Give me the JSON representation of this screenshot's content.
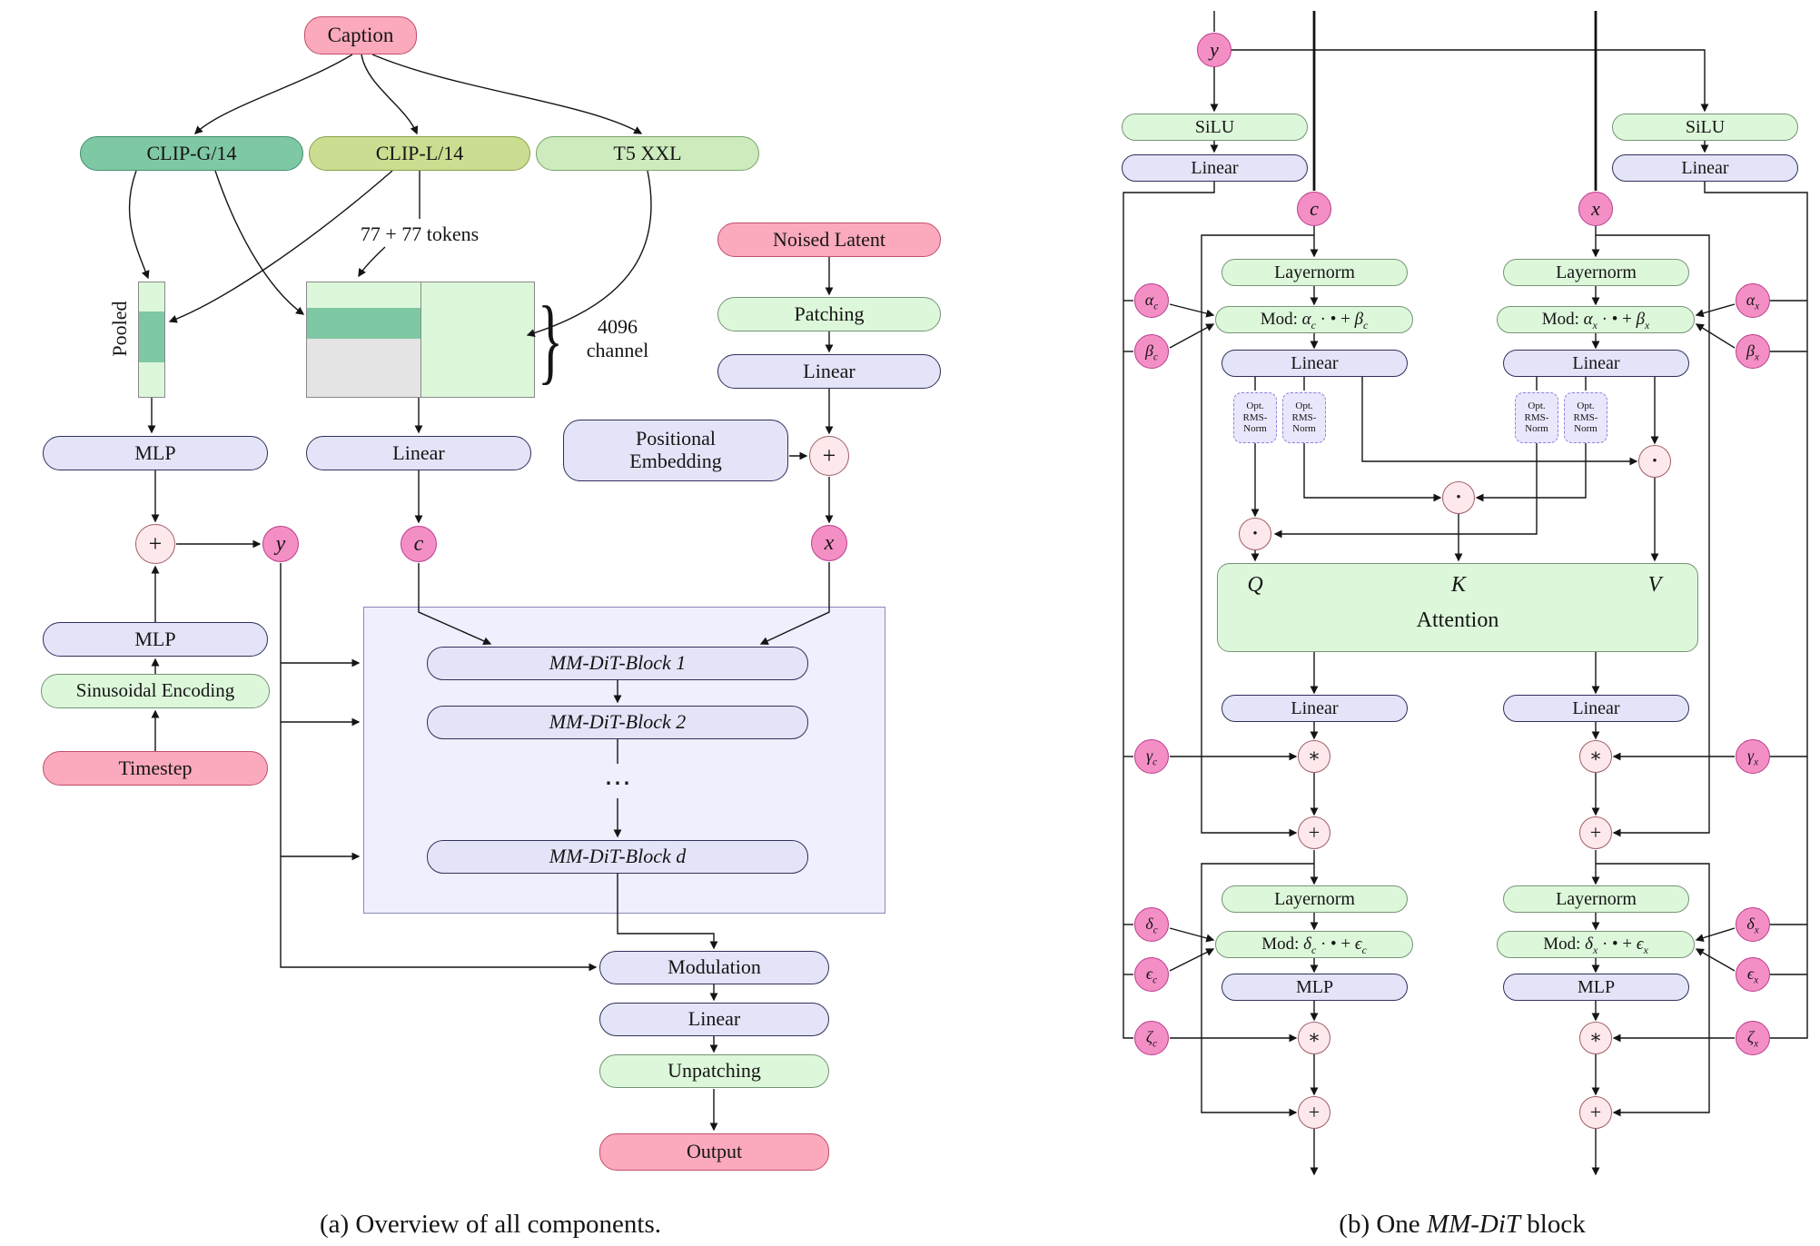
{
  "colors": {
    "pink_box": "#FBA9BC",
    "magenta_circle": "#F48FC6",
    "light_green_box": "#DDF7DA",
    "lavender_box": "#E4E4F9",
    "teal_box": "#7EC8A3",
    "yellow_green_box": "#CBDD90",
    "light_pink_op": "#FDE9EC",
    "container_fill": "#EFEFFD",
    "grey_segment": "#E4E4E4"
  },
  "a": {
    "fig_caption": "(a) Overview of all components.",
    "caption_box": "Caption",
    "clip_g": "CLIP-G/14",
    "clip_l": "CLIP-L/14",
    "t5": "T5 XXL",
    "tokens_note": "77 + 77 tokens",
    "pooled_note": "Pooled",
    "channel_note": "4096 channel",
    "brace": "}",
    "noised_latent": "Noised Latent",
    "patching": "Patching",
    "linear": "Linear",
    "positional_embedding": "Positional Embedding",
    "mlp": "MLP",
    "sinusoidal_encoding": "Sinusoidal Encoding",
    "timestep": "Timestep",
    "modulation": "Modulation",
    "unpatching": "Unpatching",
    "output": "Output",
    "block_1": "MM-DiT-Block 1",
    "block_2": "MM-DiT-Block 2",
    "block_d": "MM-DiT-Block d",
    "dots": "⋯",
    "plus": "+",
    "y": "y",
    "c": "c",
    "x": "x"
  },
  "b": {
    "fig_caption_pre": "(b) One ",
    "fig_caption_it": "MM-DiT",
    "fig_caption_post": " block",
    "silu": "SiLU",
    "linear": "Linear",
    "layernorm": "Layernorm",
    "mlp": "MLP",
    "attention": "Attention",
    "q": "Q",
    "k": "K",
    "v": "V",
    "y": "y",
    "c": "c",
    "x": "x",
    "plus": "+",
    "star": "∗",
    "dot": "•",
    "rms": {
      "l1": "Opt.",
      "l2": "RMS-",
      "l3": "Norm"
    },
    "mod_ab_c": {
      "pre": "Mod: ",
      "g1": "α",
      "s1": "c",
      "mid": " · • + ",
      "g2": "β",
      "s2": "c"
    },
    "mod_ab_x": {
      "pre": "Mod: ",
      "g1": "α",
      "s1": "x",
      "mid": " · • + ",
      "g2": "β",
      "s2": "x"
    },
    "mod_de_c": {
      "pre": "Mod: ",
      "g1": "δ",
      "s1": "c",
      "mid": " · • + ",
      "g2": "ϵ",
      "s2": "c"
    },
    "mod_de_x": {
      "pre": "Mod: ",
      "g1": "δ",
      "s1": "x",
      "mid": " · • + ",
      "g2": "ϵ",
      "s2": "x"
    },
    "greek": {
      "alpha_c": {
        "g": "α",
        "s": "c"
      },
      "beta_c": {
        "g": "β",
        "s": "c"
      },
      "gamma_c": {
        "g": "γ",
        "s": "c"
      },
      "delta_c": {
        "g": "δ",
        "s": "c"
      },
      "epsilon_c": {
        "g": "ϵ",
        "s": "c"
      },
      "zeta_c": {
        "g": "ζ",
        "s": "c"
      },
      "alpha_x": {
        "g": "α",
        "s": "x"
      },
      "beta_x": {
        "g": "β",
        "s": "x"
      },
      "gamma_x": {
        "g": "γ",
        "s": "x"
      },
      "delta_x": {
        "g": "δ",
        "s": "x"
      },
      "epsilon_x": {
        "g": "ϵ",
        "s": "x"
      },
      "zeta_x": {
        "g": "ζ",
        "s": "x"
      }
    }
  }
}
